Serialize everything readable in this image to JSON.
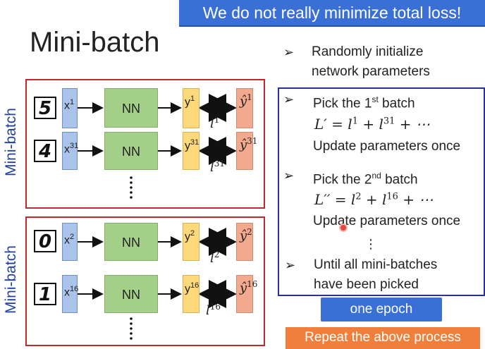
{
  "banner": "We do not really minimize total loss!",
  "title": "Mini-batch",
  "side_label": "Mini-batch",
  "nn_label": "NN",
  "rows": [
    {
      "digit": "5",
      "x": "x",
      "x_sup": "1",
      "y": "y",
      "y_sup": "1",
      "yhat": "ŷ",
      "yhat_sup": "1",
      "l": "l",
      "l_sup": "1"
    },
    {
      "digit": "4",
      "x": "x",
      "x_sup": "31",
      "y": "y",
      "y_sup": "31",
      "yhat": "ŷ",
      "yhat_sup": "31",
      "l": "l",
      "l_sup": "31"
    },
    {
      "digit": "0",
      "x": "x",
      "x_sup": "2",
      "y": "y",
      "y_sup": "2",
      "yhat": "ŷ",
      "yhat_sup": "2",
      "l": "l",
      "l_sup": "2"
    },
    {
      "digit": "1",
      "x": "x",
      "x_sup": "16",
      "y": "y",
      "y_sup": "16",
      "yhat": "ŷ",
      "yhat_sup": "16",
      "l": "l",
      "l_sup": "16"
    }
  ],
  "steps": {
    "init_line1": "Randomly initialize",
    "init_line2": "network parameters",
    "pick1_pre": "Pick the 1",
    "pick1_sup": "st",
    "pick1_post": " batch",
    "eq1_lhs": "L′ = l",
    "eq1_s1": "1",
    "eq1_mid": " + l",
    "eq1_s2": "31",
    "eq1_tail": " + ⋯",
    "update1": "Update parameters once",
    "pick2_pre": "Pick the 2",
    "pick2_sup": "nd",
    "pick2_post": " batch",
    "eq2_lhs": "L′′ = l",
    "eq2_s1": "2",
    "eq2_mid": " + l",
    "eq2_s2": "16",
    "eq2_tail": " + ⋯",
    "update2": "Update parameters once",
    "vdots": "⋮",
    "until_line1": "Until all mini-batches",
    "until_line2": "have been picked"
  },
  "epoch_label": "one epoch",
  "repeat_label": "Repeat the above process",
  "colors": {
    "banner": "#3a6fd6",
    "group_border": "#c0282d",
    "steps_border": "#2a2f9c",
    "x_box": "#a9c3ea",
    "nn_box": "#a4cf89",
    "y_box": "#fdd97b",
    "yhat_box": "#f3a98d",
    "repeat": "#ef7f3a"
  }
}
